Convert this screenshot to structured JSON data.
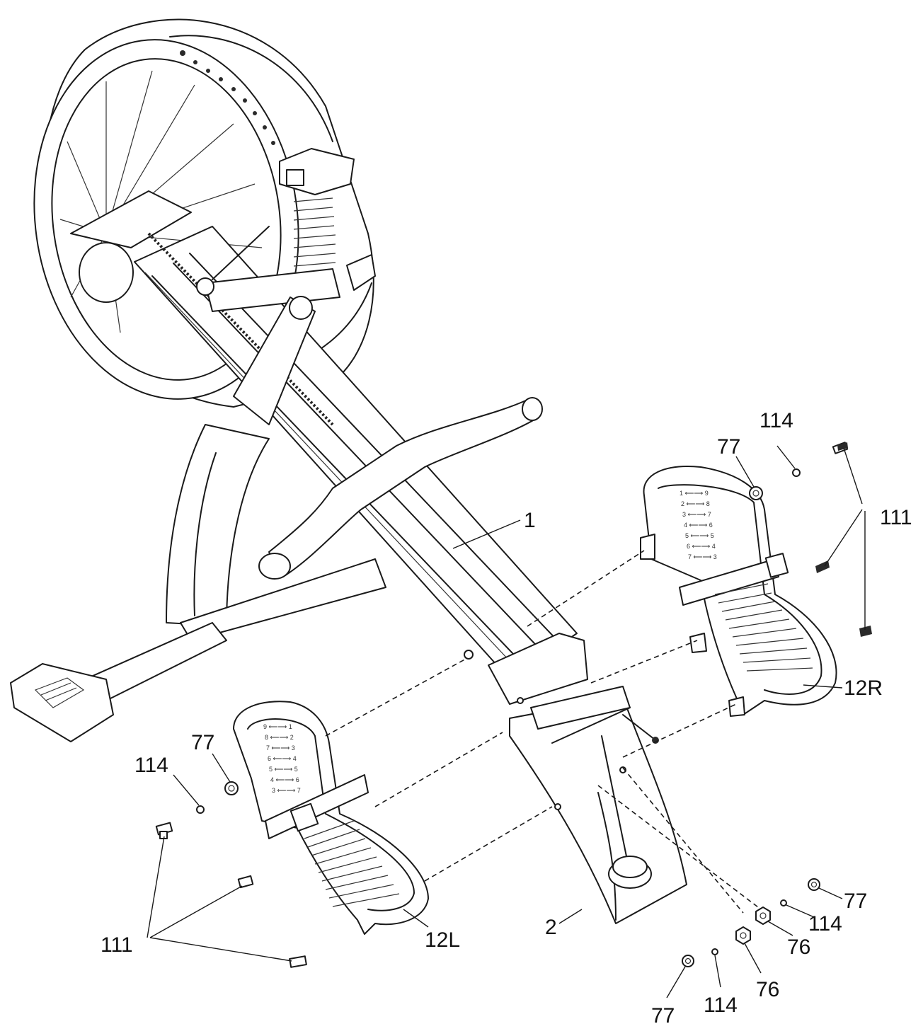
{
  "callouts": {
    "frame": "1",
    "front_leg": "2",
    "footrest_left": "12L",
    "footrest_right": "12R",
    "right_bolts": "111",
    "left_bolts": "111",
    "right_washer_top": "114",
    "right_nut_top": "77",
    "left_washer": "114",
    "left_nut": "77",
    "low_nut_right": "77",
    "low_washer_right": "114",
    "low_locknut_right": "76",
    "low_locknut_center": "76",
    "low_nut_left": "77",
    "low_washer_left": "114"
  },
  "footrest_scale": [
    "1",
    "2",
    "3",
    "4",
    "5",
    "6",
    "7",
    "8",
    "9"
  ]
}
